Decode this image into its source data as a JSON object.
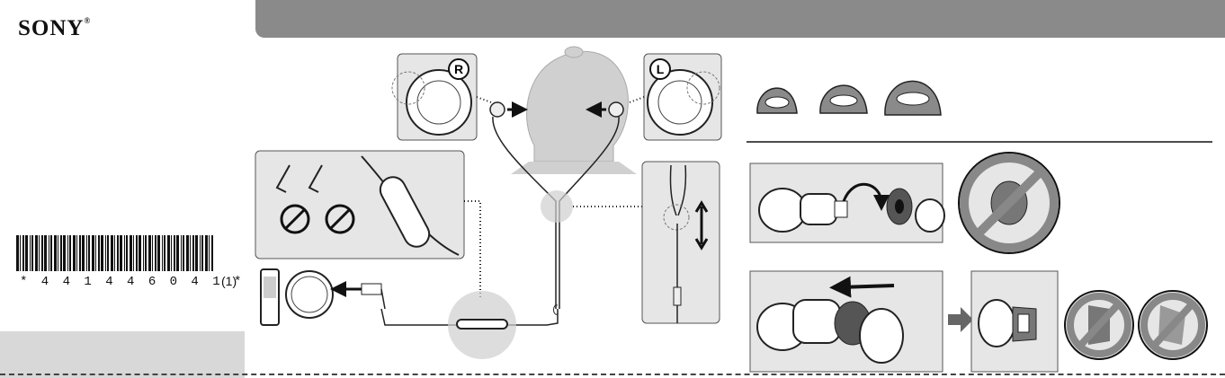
{
  "brand": {
    "logo_text": "SONY",
    "logo_mark": "®"
  },
  "barcode": {
    "digits": "* 4 4 1 4 4 6 0 4 1 *",
    "suffix": "(1)"
  },
  "labels": {
    "right": "R",
    "left": "L"
  },
  "colors": {
    "header_bar": "#8a8a8a",
    "footer_box": "#d8d8d8",
    "panel_fill": "#e6e6e6"
  },
  "icons": [
    "prohibited-icon",
    "arrow-right-icon",
    "arrow-left-icon",
    "double-arrow-vertical-icon"
  ]
}
